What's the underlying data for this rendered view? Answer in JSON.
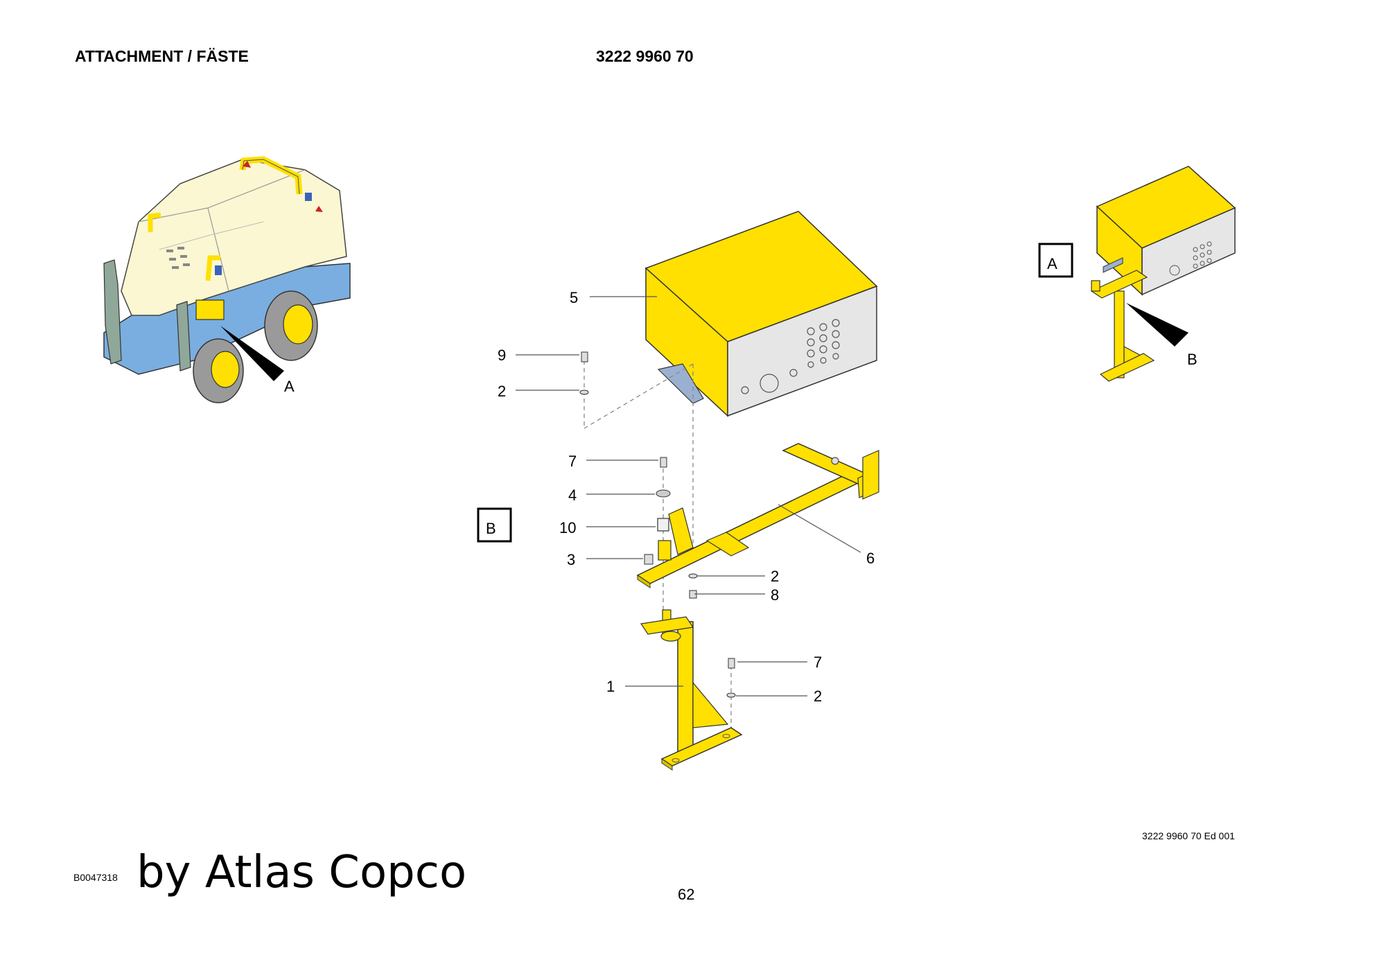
{
  "header": {
    "title": "ATTACHMENT / FÄSTE",
    "part_number": "3222 9960 70"
  },
  "footer": {
    "document_code": "3222 9960 70 Ed 001",
    "image_code": "B0047318",
    "brand": "by Atlas Copco",
    "page_number": "62"
  },
  "detail_labels": {
    "a": "A",
    "b": "B"
  },
  "callouts": {
    "c5": "5",
    "c9": "9",
    "c2a": "2",
    "c7a": "7",
    "c4": "4",
    "c10": "10",
    "c3": "3",
    "c6": "6",
    "c2b": "2",
    "c8": "8",
    "c7b": "7",
    "c1": "1",
    "c2c": "2"
  },
  "colors": {
    "part_yellow": "#ffe000",
    "machine_body": "#fbf7d2",
    "machine_base": "#7aaee0",
    "panel_grey": "#e6e6e6"
  }
}
